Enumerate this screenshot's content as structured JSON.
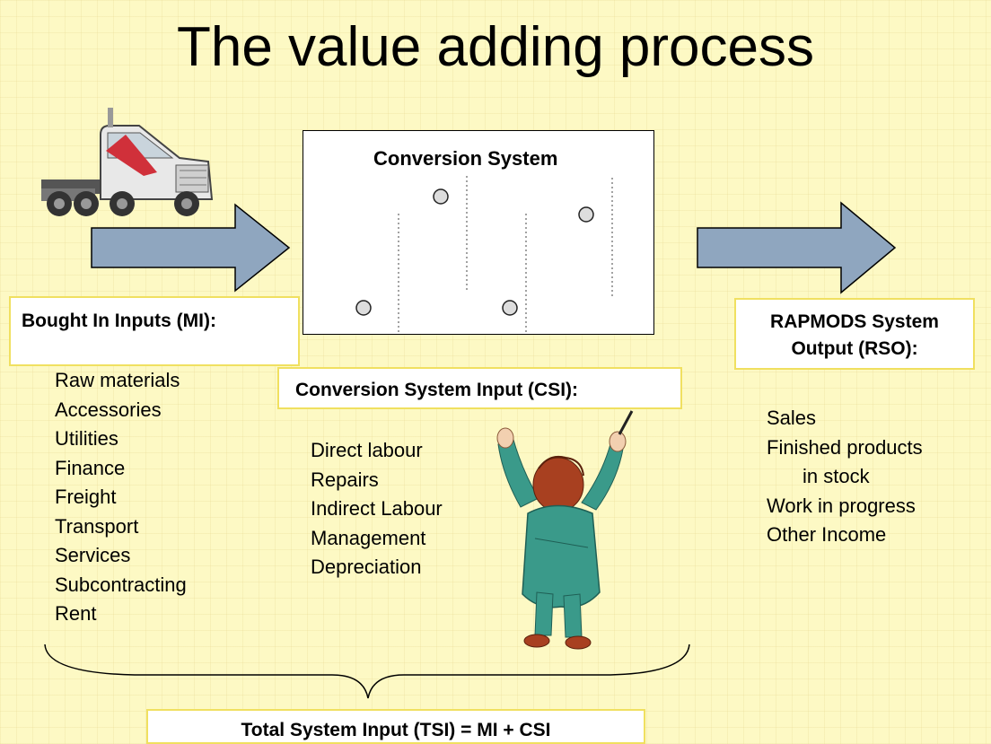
{
  "title": "The value adding process",
  "conversion_system": {
    "label": "Conversion System"
  },
  "inputs": {
    "label": "Bought In Inputs (MI):",
    "items": [
      "Raw materials",
      "Accessories",
      "Utilities",
      "Finance",
      "Freight",
      "Transport",
      "Services",
      "Subcontracting",
      "Rent"
    ]
  },
  "csi": {
    "label": "Conversion System Input (CSI):",
    "items": [
      "Direct labour",
      "Repairs",
      "Indirect Labour",
      "Management",
      "Depreciation"
    ]
  },
  "output": {
    "label_line1": "RAPMODS System",
    "label_line2": "Output (RSO):",
    "items": [
      "Sales",
      "Finished products",
      "in stock",
      "Work in progress",
      "Other Income"
    ]
  },
  "total": {
    "label": "Total System Input (TSI) = MI + CSI"
  },
  "icons": [
    "truck-icon",
    "worker-icon"
  ],
  "colors": {
    "background": "#fdf9c4",
    "box_border": "#f0e060",
    "arrow_fill": "#8fa6bf",
    "shirt": "#3a9a8a",
    "hair": "#a84020"
  }
}
